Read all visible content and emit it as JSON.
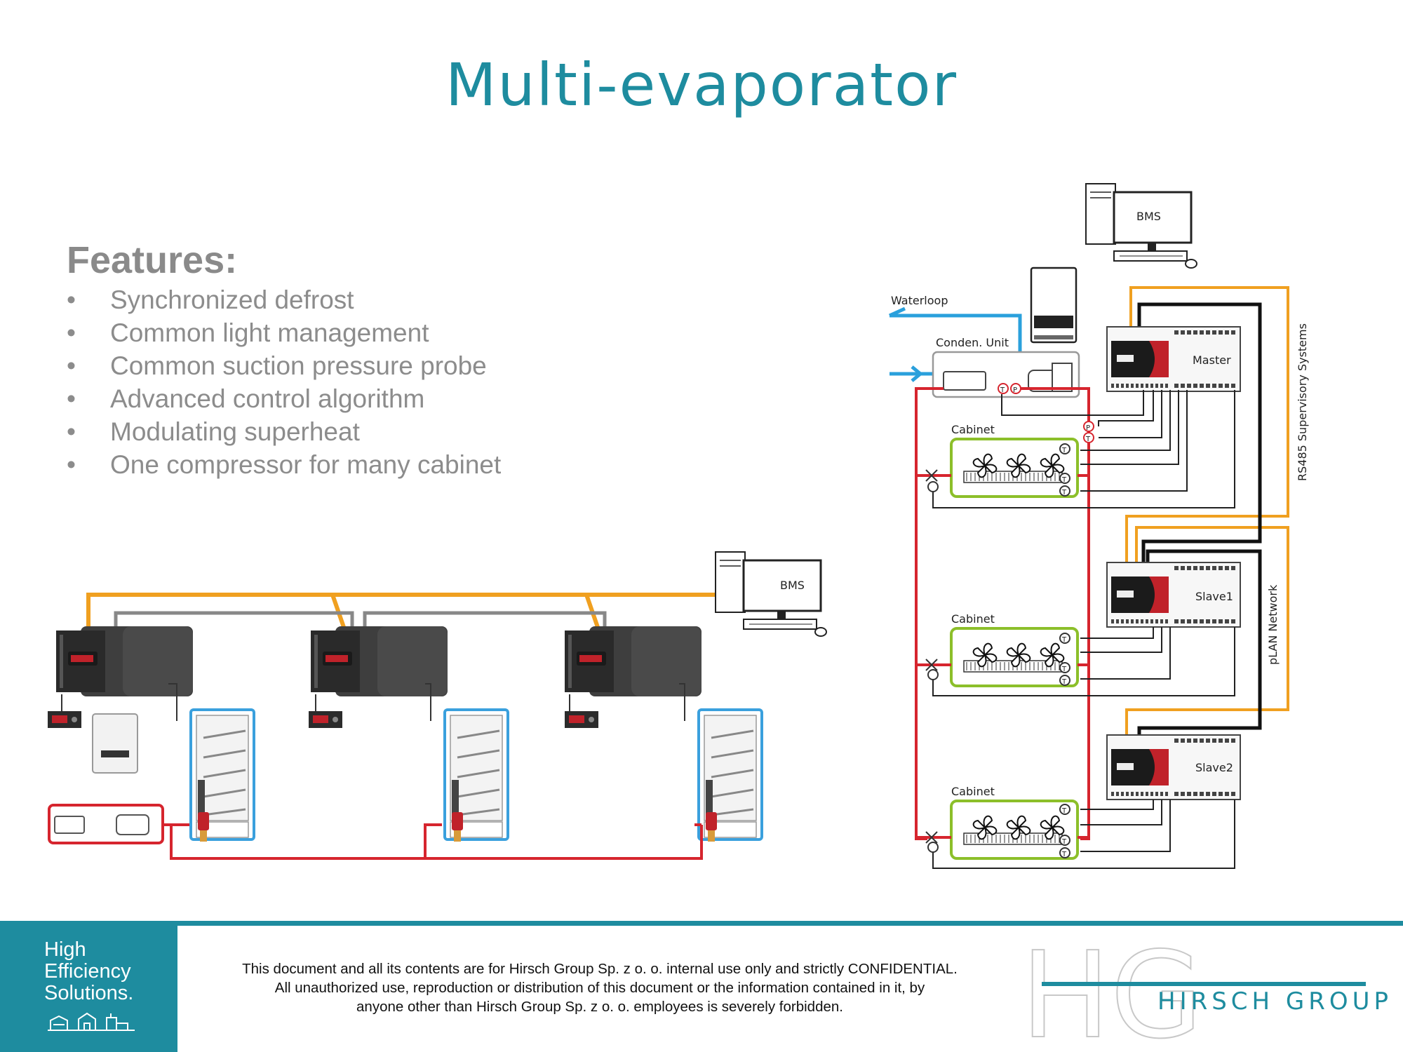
{
  "slide": {
    "title": "Multi-evaporator"
  },
  "features": {
    "heading": "Features:",
    "bullet": "•",
    "items": [
      "Synchronized defrost",
      "Common light management",
      "Common suction pressure probe",
      "Advanced control algorithm",
      "Modulating superheat",
      "One compressor for many cabinet"
    ]
  },
  "left_diagram": {
    "bms_label": "BMS"
  },
  "right_diagram": {
    "bms_label": "BMS",
    "waterloop_label": "Waterloop",
    "condensing_unit_label": "Conden. Unit",
    "cabinet_label": "Cabinet",
    "controllers": [
      "Master",
      "Slave1",
      "Slave2"
    ],
    "rs485_label": "RS485 Supervisory Systems",
    "plan_label": "pLAN Network",
    "probe_t": "T",
    "probe_p": "P"
  },
  "colors": {
    "accent": "#1e8c9f",
    "supervisory_line": "#f0a020",
    "refrigerant_line": "#d6252e",
    "water_line": "#2aa0dc",
    "cabinet_outline": "#8cbf2a",
    "network_line": "#111111"
  },
  "footer": {
    "tile_lines": [
      "High",
      "Efficiency",
      "Solutions."
    ],
    "confidential_lines": [
      "This document and all its contents are for Hirsch Group Sp. z o. o. internal use only and strictly CONFIDENTIAL.",
      "All unauthorized use, reproduction or distribution of this document or the information contained in it, by",
      "anyone other than Hirsch Group Sp. z o. o. employees is severely forbidden."
    ],
    "logo_monogram": "HG",
    "logo_text": "HIRSCH GROUP"
  }
}
